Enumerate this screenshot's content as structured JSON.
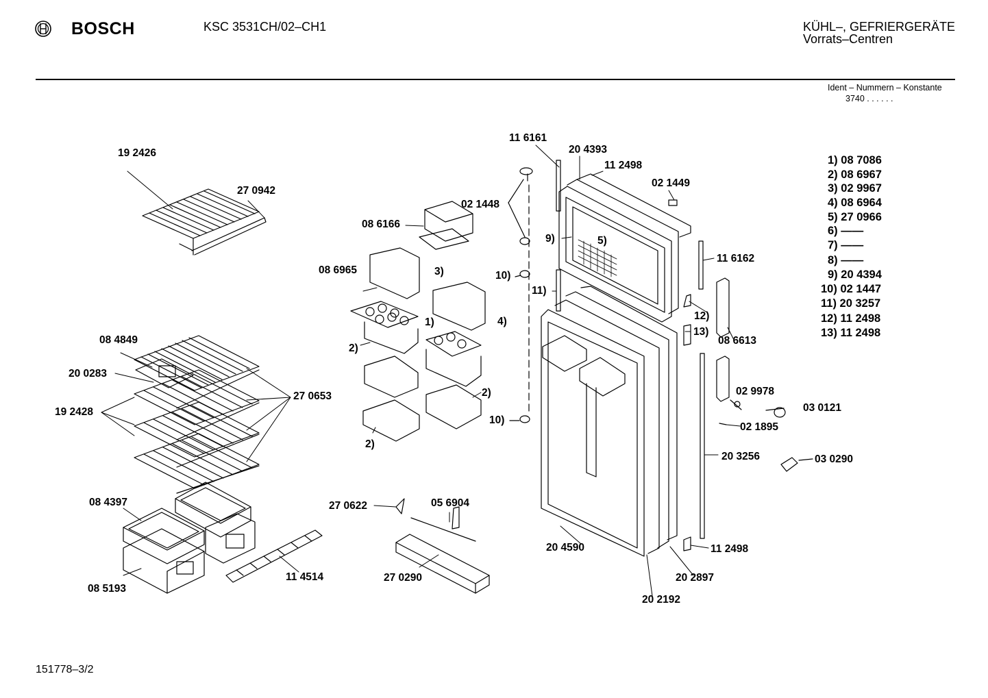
{
  "header": {
    "brand": "BOSCH",
    "model": "KSC 3531CH/02–CH1",
    "category_line1": "KÜHL–, GEFRIERGERÄTE",
    "category_line2": "Vorrats–Centren",
    "ident_title": "Ident – Nummern – Konstante",
    "ident_value": "3740 .  .  .  .  .  ."
  },
  "footer": {
    "drawing_no": "151778–3/2"
  },
  "icons": {
    "brand_logo": "bosch-armature-icon"
  },
  "labels": {
    "l_192426": "19 2426",
    "l_270942": "27 0942",
    "l_084849": "08 4849",
    "l_200283": "20 0283",
    "l_192428": "19 2428",
    "l_270653": "27 0653",
    "l_084397": "08 4397",
    "l_085193": "08 5193",
    "l_114514": "11 4514",
    "l_086166": "08 6166",
    "l_086965": "08 6965",
    "l_ref3": "3)",
    "l_ref1": "1)",
    "l_ref4": "4)",
    "l_ref2a": "2)",
    "l_ref2b": "2)",
    "l_ref2c": "2)",
    "l_021448": "02 1448",
    "l_ref10a": "10)",
    "l_ref10b": "10)",
    "l_ref11": "11)",
    "l_ref9": "9)",
    "l_ref5": "5)",
    "l_116161": "11 6161",
    "l_204393": "20 4393",
    "l_112498a": "11 2498",
    "l_021449": "02 1449",
    "l_116162": "11 6162",
    "l_ref12": "12)",
    "l_ref13": "13)",
    "l_086613": "08 6613",
    "l_029978": "02 9978",
    "l_030121": "03 0121",
    "l_021895": "02 1895",
    "l_203256": "20 3256",
    "l_030290": "03 0290",
    "l_112498b": "11 2498",
    "l_202897": "20 2897",
    "l_202192": "20 2192",
    "l_204590": "20 4590",
    "l_270622": "27 0622",
    "l_056904": "05 6904",
    "l_270290": "27 0290"
  },
  "legend": [
    {
      "ref": "1)",
      "part": "08 7086"
    },
    {
      "ref": "2)",
      "part": "08 6967"
    },
    {
      "ref": "3)",
      "part": "02 9967"
    },
    {
      "ref": "4)",
      "part": "08 6964"
    },
    {
      "ref": "5)",
      "part": "27 0966"
    },
    {
      "ref": "6)",
      "part": "——"
    },
    {
      "ref": "7)",
      "part": "——"
    },
    {
      "ref": "8)",
      "part": "——"
    },
    {
      "ref": "9)",
      "part": "20 4394"
    },
    {
      "ref": "10)",
      "part": "02 1447"
    },
    {
      "ref": "11)",
      "part": "20 3257"
    },
    {
      "ref": "12)",
      "part": "11 2498"
    },
    {
      "ref": "13)",
      "part": "11 2498"
    }
  ]
}
